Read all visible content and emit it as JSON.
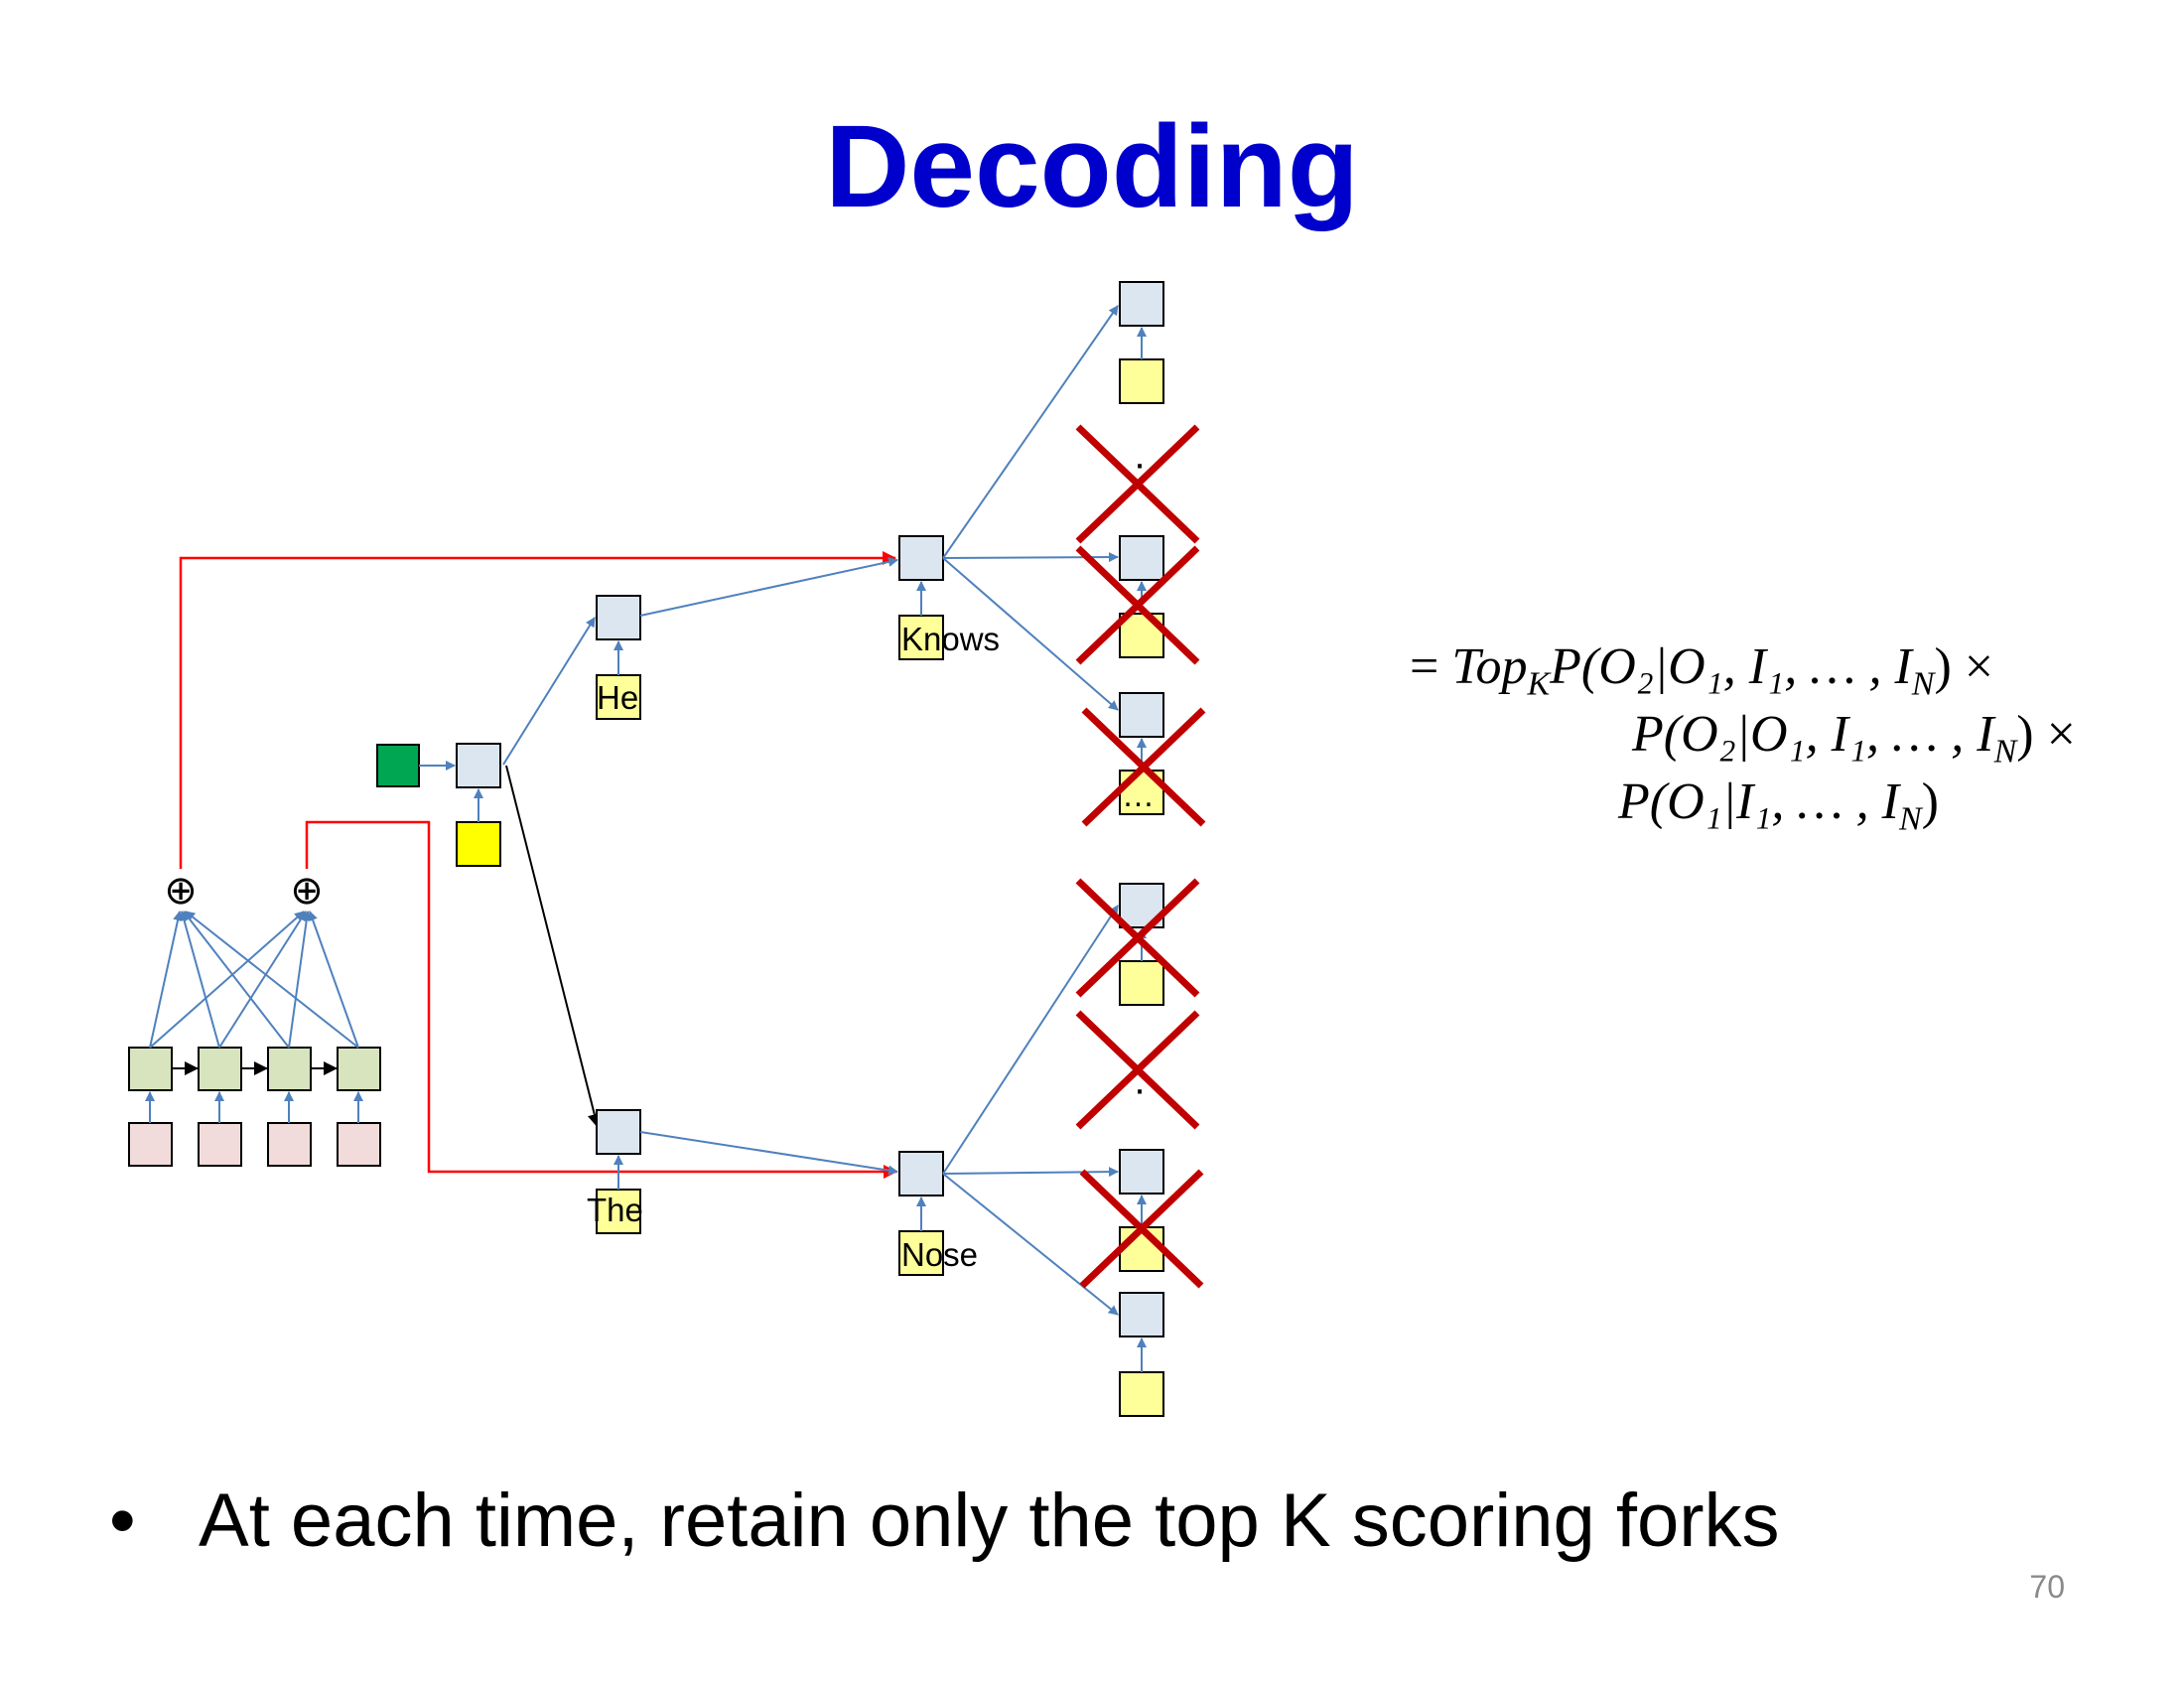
{
  "slide": {
    "title": "Decoding",
    "bullet": "At each time, retain only the top K scoring forks",
    "page_number": "70"
  },
  "diagram": {
    "words": {
      "he": "He",
      "the": "The",
      "knows": "Knows",
      "nose": "Nose",
      "ellipsis": "…"
    },
    "oplus_symbol": "⊕",
    "dot_glyph": "·"
  },
  "formula": {
    "line1_eq": "=",
    "line1_body": "Top",
    "line1_sub_K": "K",
    "line1_rest": "P(O₂|O₁, I₁, … , I",
    "line1_sub_N": "N",
    "line1_end": ") ×",
    "line2": "P(O₂|O₁, I₁, … , I",
    "line2_sub_N": "N",
    "line2_end": ") ×",
    "line3": "P(O₁|I₁, … , I",
    "line3_sub_N": "N",
    "line3_end": ")"
  },
  "colors": {
    "title": "#0000cc",
    "node_fill": "#dce6f1",
    "word_fill": "#ffff99",
    "start_fill": "#ffff00",
    "sos_fill": "#00a651",
    "encoder_fill": "#d7e4bd",
    "input_fill": "#f2dcdb",
    "blue_arrow": "#4f81bd",
    "red_arrow": "#ff0000",
    "cross": "#c00000"
  }
}
